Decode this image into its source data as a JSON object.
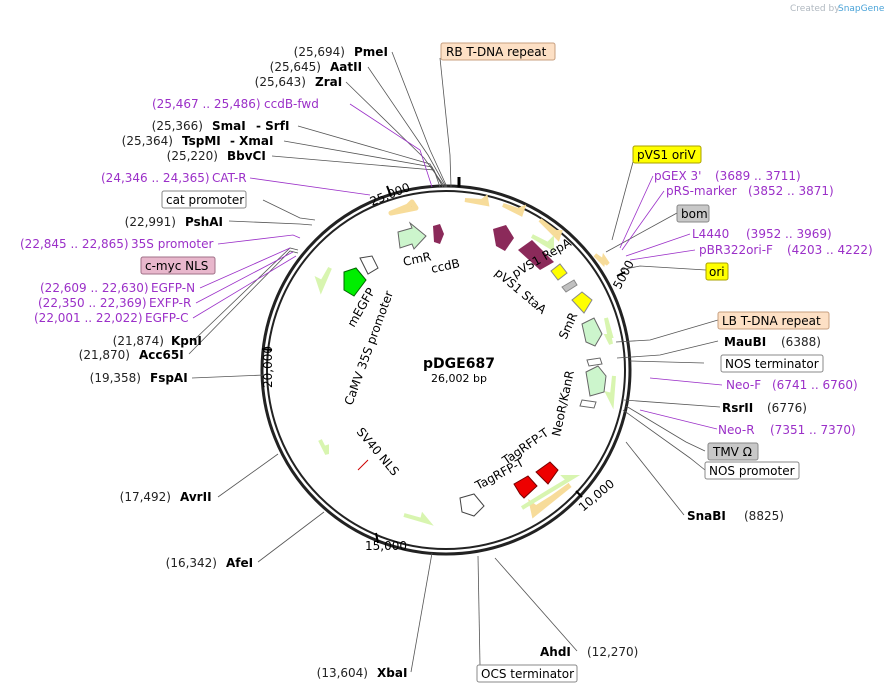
{
  "header": {
    "credit_prefix": "Created by",
    "credit_brand": "SnapGene"
  },
  "plasmid": {
    "name": "pDGE687",
    "size": "26,002 bp"
  },
  "ticks": [
    "5000",
    "10,000",
    "15,000",
    "20,000",
    "25,000"
  ],
  "enzymes": [
    {
      "pos": "(25,694)",
      "name": "PmeI"
    },
    {
      "pos": "(25,645)",
      "name": "AatII"
    },
    {
      "pos": "(25,643)",
      "name": "ZraI"
    },
    {
      "pos": "(25,366)",
      "name": "SmaI",
      "extra": "- SrfI"
    },
    {
      "pos": "(25,364)",
      "name": "TspMI",
      "extra": "- XmaI"
    },
    {
      "pos": "(25,220)",
      "name": "BbvCI"
    },
    {
      "pos": "(22,991)",
      "name": "PshAI"
    },
    {
      "pos": "(21,874)",
      "name": "KpnI"
    },
    {
      "pos": "(21,870)",
      "name": "Acc65I"
    },
    {
      "pos": "(19,358)",
      "name": "FspAI"
    },
    {
      "pos": "(17,492)",
      "name": "AvrII"
    },
    {
      "pos": "(16,342)",
      "name": "AfeI"
    },
    {
      "pos": "(13,604)",
      "name": "XbaI"
    },
    {
      "pos": "(12,270)",
      "name": "AhdI"
    },
    {
      "pos": "(8825)",
      "name": "SnaBI"
    },
    {
      "pos": "(6776)",
      "name": "RsrII"
    },
    {
      "pos": "(6388)",
      "name": "MauBI"
    }
  ],
  "primers": [
    {
      "range": "(25,467 .. 25,486)",
      "name": "ccdB-fwd"
    },
    {
      "range": "(24,346 .. 24,365)",
      "name": "CAT-R"
    },
    {
      "range": "(22,845 .. 22,865)",
      "name": "35S promoter"
    },
    {
      "range": "(22,609 .. 22,630)",
      "name": "EGFP-N"
    },
    {
      "range": "(22,350 .. 22,369)",
      "name": "EXFP-R"
    },
    {
      "range": "(22,001 .. 22,022)",
      "name": "EGFP-C"
    },
    {
      "name": "pGEX 3'",
      "range": "(3689 .. 3711)"
    },
    {
      "name": "pRS-marker",
      "range": "(3852 .. 3871)"
    },
    {
      "name": "L4440",
      "range": "(3952 .. 3969)"
    },
    {
      "name": "pBR322ori-F",
      "range": "(4203 .. 4222)"
    },
    {
      "name": "Neo-F",
      "range": "(6741 .. 6760)"
    },
    {
      "name": "Neo-R",
      "range": "(7351 .. 7370)"
    }
  ],
  "boxed_features": [
    {
      "name": "RB T-DNA repeat",
      "color": "#fde0c5"
    },
    {
      "name": "cat promoter",
      "color": "#ffffff"
    },
    {
      "name": "c-myc NLS",
      "color": "#e8b7cc"
    },
    {
      "name": "pVS1 oriV",
      "color": "#ffff00"
    },
    {
      "name": "bom",
      "color": "#c8c8c8"
    },
    {
      "name": "ori",
      "color": "#ffff00"
    },
    {
      "name": "LB T-DNA repeat",
      "color": "#fde0c5"
    },
    {
      "name": "NOS terminator",
      "color": "#ffffff"
    },
    {
      "name": "TMV Ω",
      "color": "#c8c8c8"
    },
    {
      "name": "NOS promoter",
      "color": "#ffffff"
    },
    {
      "name": "OCS terminator",
      "color": "#ffffff"
    }
  ],
  "inner_features": [
    "CmR",
    "ccdB",
    "pVS1 RepA",
    "pVS1 StaA",
    "SmR",
    "NeoR/KanR",
    "TagRFP-T",
    "TagRFP-T",
    "mEGFP",
    "CaMV 35S promoter",
    "SV40 NLS"
  ],
  "colors": {
    "cmr": "#ccf5cc",
    "ccdb": "#8b2a5a",
    "repa": "#8b2a5a",
    "egfp": "#00ee00",
    "tagrfp": "#ee0000",
    "ori": "#ffff00",
    "primer": "#9b30c8",
    "orange_arrow": "#f0b040",
    "green_arrow": "#3a9a10"
  }
}
